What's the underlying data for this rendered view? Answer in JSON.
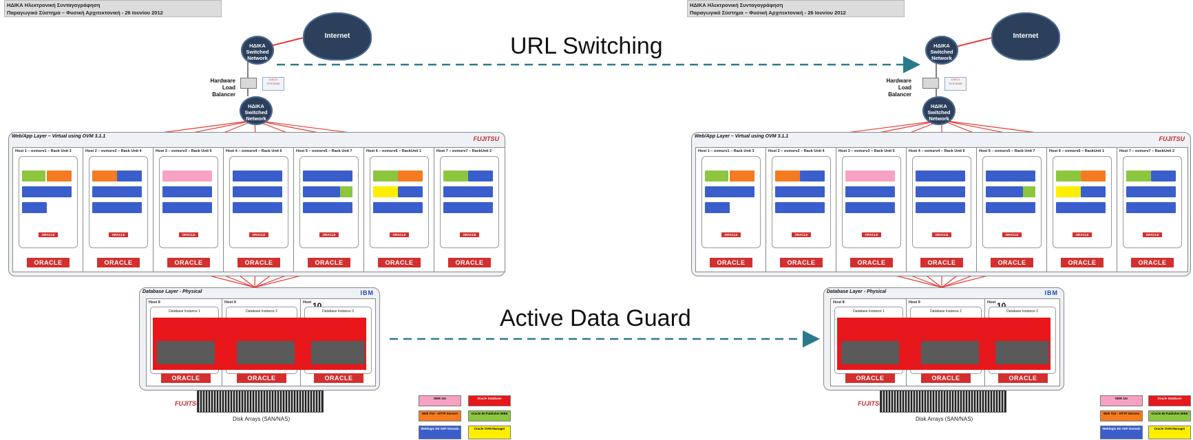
{
  "header": {
    "line1": "ΗΔΙΚΑ Ηλεκτρονική Συνταγογράφηση",
    "line2": "Παραγωγικό Σύστημα – Φυσική Αρχιτεκτονική - 26 Ιουνίου 2012"
  },
  "network": {
    "internet": "Internet",
    "switched_top": "ΗΔΙΚΑ Switched Network",
    "switched_bottom": "ΗΔΙΚΑ Switched Network",
    "load_balancer_line1": "Hardware",
    "load_balancer_line2": "Load Balancer",
    "lb_logo_text": "CISCO SYSTEMS"
  },
  "web_layer": {
    "title": "Web/App Layer – Virtual using OVM 3.1.1",
    "brand": "FUJITSU",
    "hosts": [
      "Host 1 – ovmsrv1 – Rack Unit 3",
      "Host 2 – ovmsrv2 – Rack Unit 4",
      "Host 3 – ovmsrv3 – Rack Unit 5",
      "Host 4 – ovmsrv4 – Rack Unit 6",
      "Host 5 – ovmsrv5 – Rack Unit 7",
      "Host 6 – ovmsrv6 – RackUnit 1",
      "Host 7 – ovmsrv7 – RackUnit 2"
    ],
    "oracle": "ORACLE"
  },
  "db_layer": {
    "title": "Database Layer - Physical",
    "brand": "IBM",
    "hosts": [
      "Host 8",
      "Host 9",
      "Host "
    ],
    "host3_number": "10",
    "instances": [
      "Database Instance 1",
      "Database Instance 2",
      "Database Instance 3"
    ],
    "oracle": "ORACLE"
  },
  "storage": {
    "brand": "FUJITSU",
    "label": "Disk Arrays (SAN/NAS)"
  },
  "legend": [
    {
      "label": "OEM 12c",
      "color": "#f7a1c4"
    },
    {
      "label": "Oracle Database",
      "color": "#e8171b"
    },
    {
      "label": "Web Tier - HTTP Servers",
      "color": "#f47b20"
    },
    {
      "label": "Oracle BI Publisher BIEE",
      "color": "#8dc63f"
    },
    {
      "label": "Weblogic EE ADF Domain",
      "color": "#3a5fcd"
    },
    {
      "label": "Oracle OVM Manager",
      "color": "#ffee00"
    }
  ],
  "annotations": {
    "url_switching": "URL Switching",
    "active_data_guard": "Active Data Guard"
  },
  "colors": {
    "oracle_red": "#d32f2f",
    "cloud": "#2c3f5b",
    "dashed_arrow": "#2a7a8c",
    "link_line": "#e53935"
  }
}
